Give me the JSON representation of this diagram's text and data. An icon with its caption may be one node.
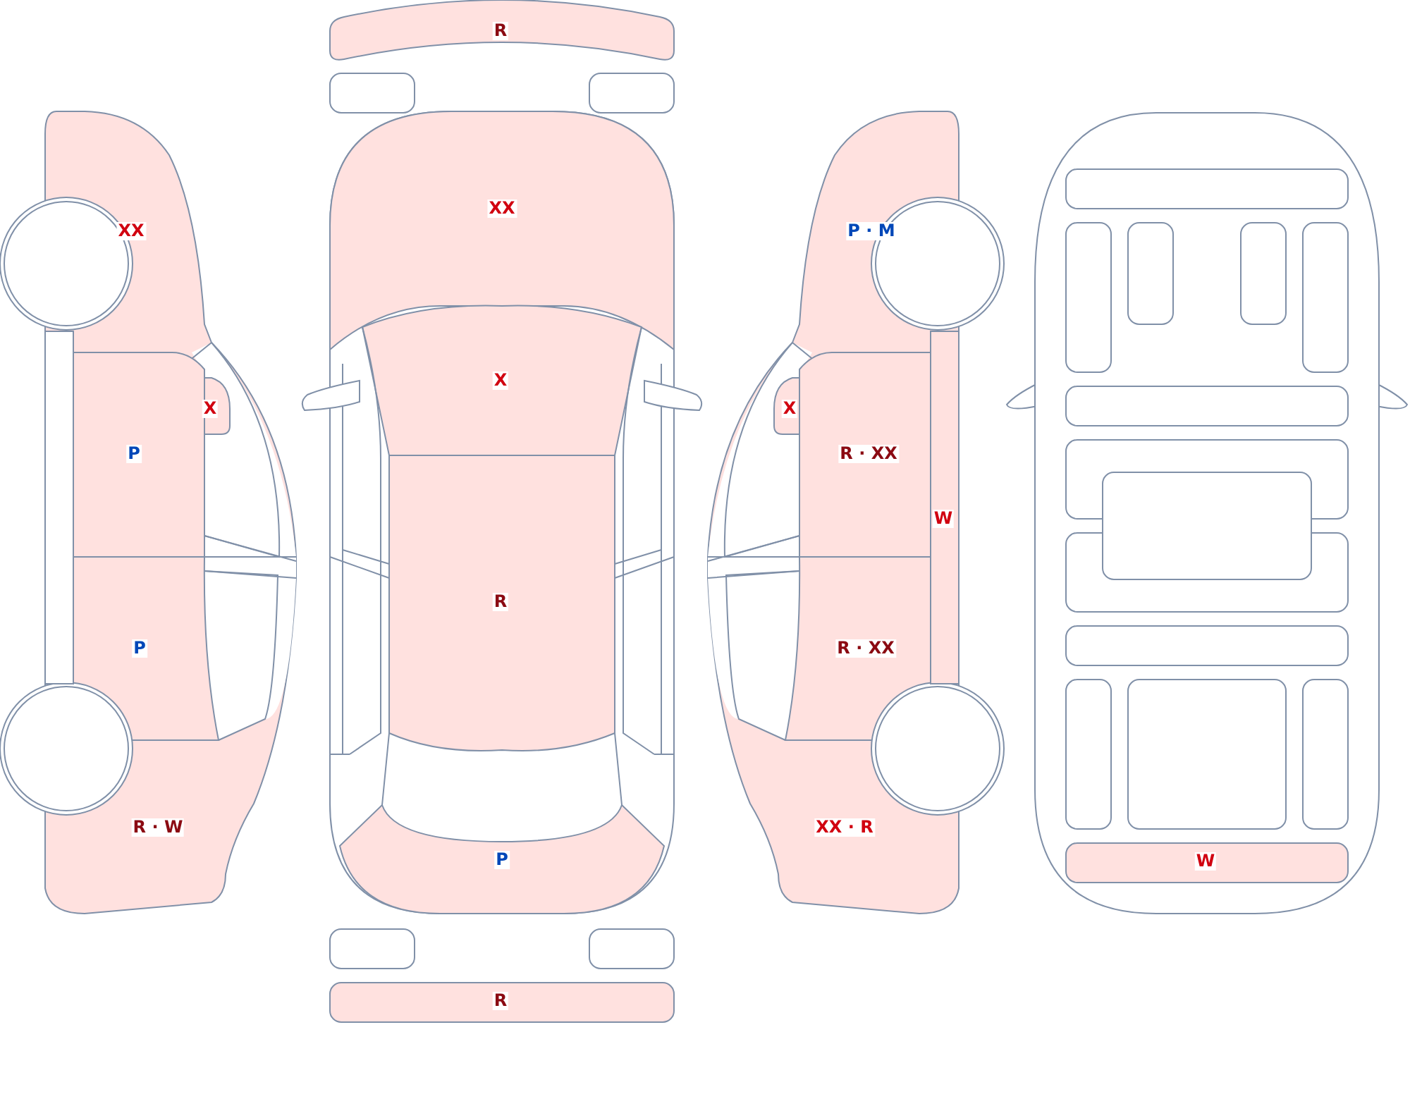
{
  "diagram": {
    "labels": [
      "R",
      "XX",
      "XX",
      "P · M",
      "X",
      "X",
      "X",
      "P",
      "R · XX",
      "W",
      "R",
      "P",
      "R · XX",
      "R · W",
      "XX · R",
      "P",
      "W",
      "R"
    ]
  }
}
